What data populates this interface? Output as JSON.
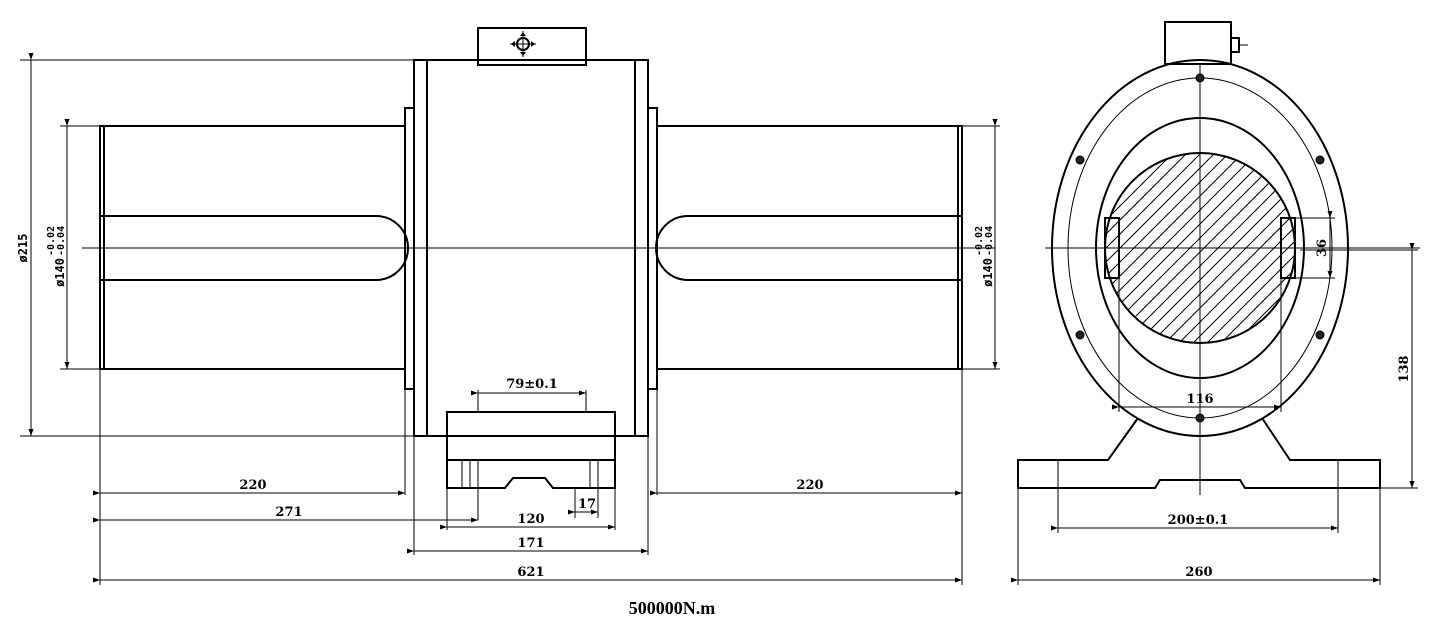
{
  "caption": "500000N.m",
  "front_view": {
    "diameter_body": "ø215",
    "diameter_shaft_left": "ø140",
    "diameter_shaft_left_tol_upper": "-0.02",
    "diameter_shaft_left_tol_lower": "-0.04",
    "diameter_shaft_right": "ø140",
    "diameter_shaft_right_tol_upper": "-0.02",
    "diameter_shaft_right_tol_lower": "-0.04",
    "dim_shaft_left": "220",
    "dim_shaft_right": "220",
    "dim_left_to_base": "271",
    "dim_base_holes": "79±0.1",
    "dim_base_width": "120",
    "dim_base_slot": "17",
    "dim_body": "171",
    "dim_overall": "621"
  },
  "side_view": {
    "dim_key": "36",
    "dim_flat": "116",
    "dim_center_height": "138",
    "dim_foot_holes": "200±0.1",
    "dim_foot_width": "260"
  }
}
